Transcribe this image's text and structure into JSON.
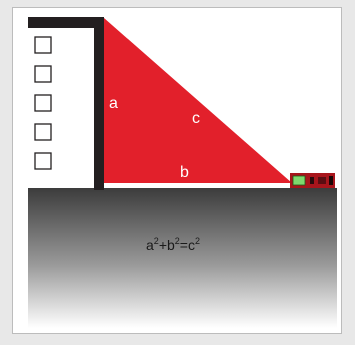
{
  "diagram": {
    "labels": {
      "a": "a",
      "b": "b",
      "c": "c"
    },
    "equation": {
      "t1": "a",
      "p1": "2",
      "plus": "+b",
      "p2": "2",
      "eq": "=c",
      "p3": "2"
    },
    "colors": {
      "triangle": "#e2202b",
      "wall": "#231f20",
      "device_body": "#a8151c",
      "device_screen": "#7ed96e",
      "floor_top": "#3c3c3c",
      "floor_bottom": "#ffffff"
    },
    "wall_boxes_count": 5
  }
}
